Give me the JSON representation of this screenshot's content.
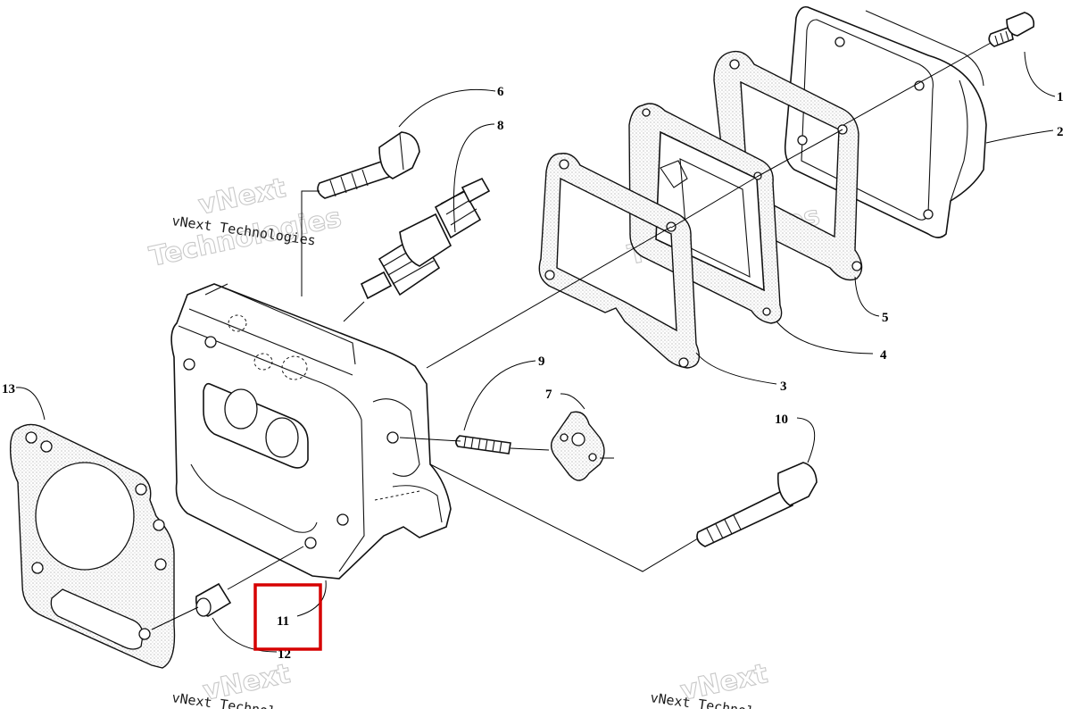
{
  "callouts": [
    {
      "num": "1"
    },
    {
      "num": "2"
    },
    {
      "num": "3"
    },
    {
      "num": "4"
    },
    {
      "num": "5"
    },
    {
      "num": "6"
    },
    {
      "num": "7"
    },
    {
      "num": "8"
    },
    {
      "num": "9"
    },
    {
      "num": "10"
    },
    {
      "num": "11"
    },
    {
      "num": "12"
    },
    {
      "num": "13"
    }
  ],
  "watermark": {
    "line1": "vNext",
    "line2": "Technologies",
    "small": "vNext Technologies"
  },
  "highlight": {
    "callout": "11",
    "color": "#d60000"
  }
}
